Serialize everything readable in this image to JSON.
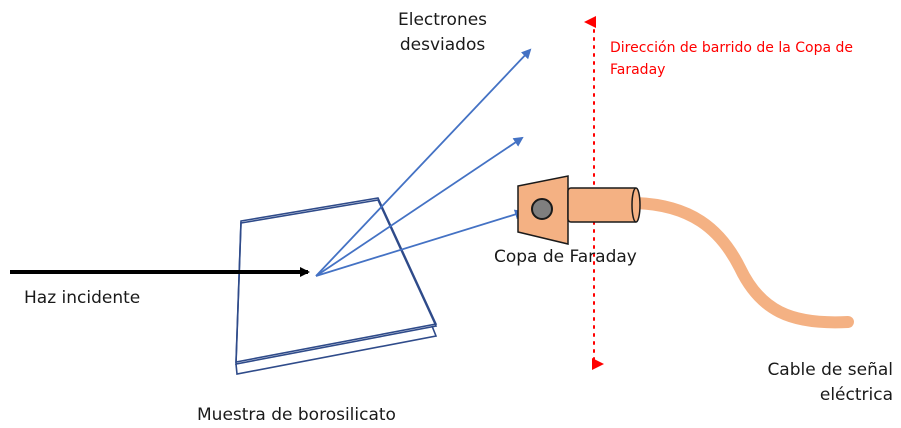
{
  "labels": {
    "deflected_line1": "Electrones",
    "deflected_line2": "desviados",
    "scan_line1": "Dirección de barrido de la Copa de",
    "scan_line2": "Faraday",
    "cup": "Copa de Faraday",
    "incident": "Haz incidente",
    "sample": "Muestra de borosilicato",
    "cable_line1": "Cable de señal",
    "cable_line2": "eléctrica"
  },
  "colors": {
    "incident_arrow": "#000000",
    "scattered_arrows": "#4472c4",
    "sample_outline": "#2f4b8a",
    "scan_arrow": "#ff0000",
    "cup_fill": "#f4b183",
    "cup_lens": "#7f7f7f",
    "cable": "#f4b183"
  }
}
